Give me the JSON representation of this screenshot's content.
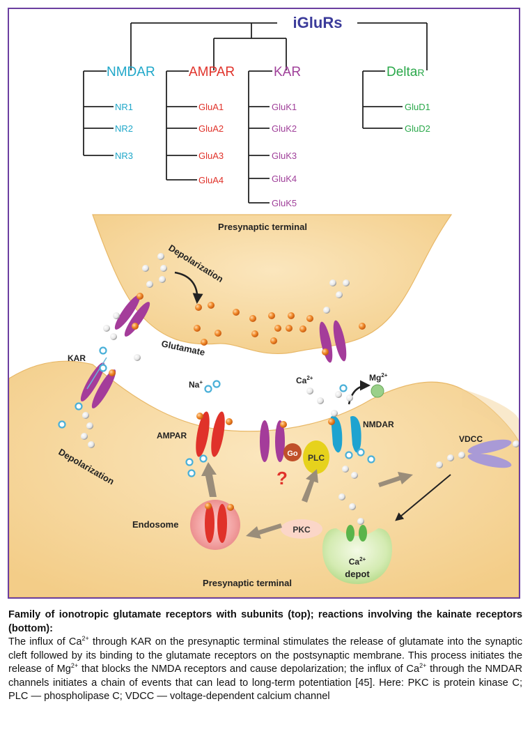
{
  "colors": {
    "frame": "#6b3fa0",
    "iglurs": "#3b3b9a",
    "nmdar": "#1fa7c9",
    "ampar": "#e0322a",
    "kar": "#a0409a",
    "delta": "#2aa84a",
    "terminal": "#f6d9a0",
    "terminal_edge": "#e8b868"
  },
  "tree": {
    "root": "iGluRs",
    "families": [
      {
        "name": "NMDAR",
        "color_key": "nmdar",
        "subunits": [
          "NR1",
          "NR2",
          "NR3"
        ]
      },
      {
        "name": "AMPAR",
        "color_key": "ampar",
        "subunits": [
          "GluA1",
          "GluA2",
          "GluA3",
          "GluA4"
        ]
      },
      {
        "name": "KAR",
        "color_key": "kar",
        "subunits": [
          "GluK1",
          "GluK2",
          "GluK3",
          "GluK4",
          "GluK5"
        ]
      },
      {
        "name": "Delta",
        "suffix": "R",
        "color_key": "delta",
        "subunits": [
          "GluD1",
          "GluD2"
        ]
      }
    ]
  },
  "labels": {
    "presynaptic_top": "Presynaptic terminal",
    "presynaptic_bottom": "Presynaptic terminal",
    "depolarization_top": "Depolarization",
    "depolarization_left": "Depolarization",
    "glutamate": "Glutamate",
    "kar": "KAR",
    "na": "Na",
    "na_sup": "+",
    "ca": "Ca",
    "ca_sup": "2+",
    "mg": "Mg",
    "mg_sup": "2+",
    "ampar": "AMPAR",
    "nmdar": "NMDAR",
    "vdcc": "VDCC",
    "go": "Go",
    "plc": "PLC",
    "question": "?",
    "pkc": "PKC",
    "endosome": "Endosome",
    "ca_depot": "Ca",
    "ca_depot_sup": "2+",
    "depot": "depot"
  },
  "caption": {
    "title": "Family of ionotropic glutamate receptors with subunits (top); reactions involving the kainate receptors (bottom):",
    "p1": "The influx of Ca",
    "p1_sup": "2+",
    "p2": " through KAR on the presynaptic terminal stimulates the release of glutamate into the synaptic cleft followed by its binding to the glutamate receptors on the postsynaptic membrane. This process initiates the release of Mg",
    "p2_sup": "2+",
    "p3": " that blocks the NMDA receptors and cause depolarization; the influx of Ca",
    "p3_sup": "2+",
    "p4": " through the NMDAR channels initiates a chain of events that can lead to long-term potentiation [45]. Here: PKC is protein kinase C; PLC — phospholipase C; VDCC — voltage-dependent calcium channel"
  }
}
